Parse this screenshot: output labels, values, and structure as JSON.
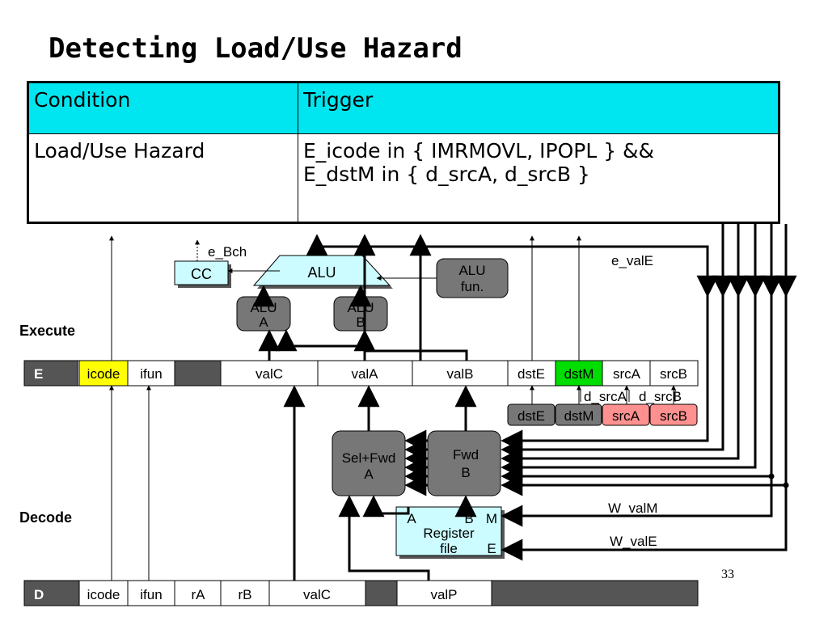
{
  "title": "Detecting Load/Use Hazard",
  "table": {
    "headers": [
      "Condition",
      "Trigger"
    ],
    "rows": [
      {
        "condition": "Load/Use Hazard",
        "trigger_line1": "E_icode in { IMRMOVL, IPOPL } &&",
        "trigger_line2": "E_dstM in { d_srcA, d_srcB }"
      }
    ]
  },
  "diagram": {
    "labels": {
      "execute": "Execute",
      "decode": "Decode",
      "e_bch": "e_Bch",
      "e_vale": "e_valE",
      "w_valm": "W_valM",
      "w_vale": "W_valE",
      "d_srca": "d_srcA",
      "d_srcb": "d_srcB"
    },
    "blocks": {
      "cc": "CC",
      "alu": "ALU",
      "alu_fun_1": "ALU",
      "alu_fun_2": "fun.",
      "alu_a_1": "ALU",
      "alu_a_2": "A",
      "alu_b_1": "ALU",
      "alu_b_2": "B",
      "sel_fwd_a_1": "Sel+Fwd",
      "sel_fwd_a_2": "A",
      "fwd_b_1": "Fwd",
      "fwd_b_2": "B",
      "reg_file_1": "Register",
      "reg_file_2": "file",
      "reg_port_a": "A",
      "reg_port_b": "B",
      "reg_port_m": "M",
      "reg_port_e": "E"
    },
    "e_stage": {
      "label": "E",
      "fields": [
        "icode",
        "ifun",
        "valC",
        "valA",
        "valB",
        "dstE",
        "dstM",
        "srcA",
        "srcB"
      ]
    },
    "d_stage": {
      "label": "D",
      "fields": [
        "icode",
        "ifun",
        "rA",
        "rB",
        "valC",
        "valP"
      ]
    },
    "decode_regs": [
      "dstE",
      "dstM",
      "srcA",
      "srcB"
    ],
    "colors": {
      "icode_highlight": "#ffff00",
      "dstM_highlight": "#00dd00",
      "src_highlight": "#ff9090",
      "block_cyan": "#ccfcff",
      "block_gray": "#777777",
      "table_header": "#00e6f0"
    }
  },
  "page_number": "33"
}
